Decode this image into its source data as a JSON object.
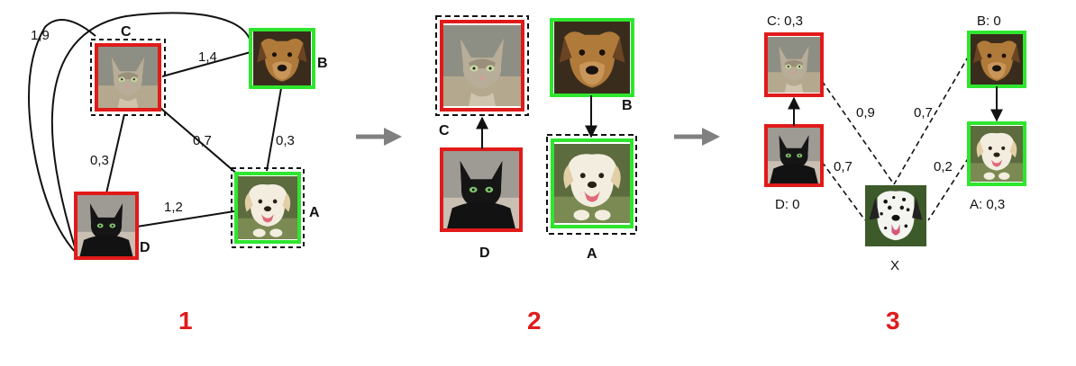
{
  "colors": {
    "cat_border": "#e11a1a",
    "dog_border": "#2ee62e",
    "step_number": "#e01b1b",
    "arrow_gray": "#808080"
  },
  "icons": {
    "cat_tabby": "tabby-cat-photo-icon",
    "cat_black": "black-cat-photo-icon",
    "dog_terrier": "terrier-dog-photo-icon",
    "dog_puppy": "white-puppy-photo-icon",
    "dog_dalmatian": "dalmatian-photo-icon"
  },
  "panel1": {
    "nodes": {
      "c": "C",
      "b": "B",
      "d": "D",
      "a": "A"
    },
    "edges": {
      "cd_outer": "1,9",
      "cb": "1,4",
      "cd": "0,3",
      "ca": "0,7",
      "ba": "0,3",
      "da": "1,2"
    },
    "step": "1"
  },
  "panel2": {
    "nodes": {
      "c": "C",
      "d": "D",
      "b": "B",
      "a": "A"
    },
    "step": "2"
  },
  "panel3": {
    "labels": {
      "c": "C: 0,3",
      "b": "B: 0",
      "d": "D: 0",
      "a": "A: 0,3",
      "x": "X"
    },
    "edges": {
      "cx": "0,9",
      "dx": "0,7",
      "bx": "0,7",
      "ax": "0,2"
    },
    "step": "3"
  }
}
